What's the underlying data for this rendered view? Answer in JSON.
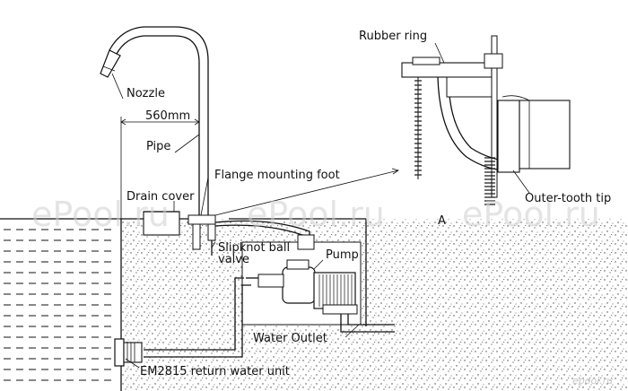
{
  "labels": {
    "nozzle": "Nozzle",
    "dimension": "560mm",
    "pipe": "Pipe",
    "flange_mounting_foot": "Flange mounting foot",
    "drain_cover": "Drain cover",
    "slipknot_line1": "Slipknot ball",
    "slipknot_line2": "valve",
    "pump": "Pump",
    "water_outlet": "Water Outlet",
    "return_unit": "EM2815 return water unit",
    "rubber_ring": "Rubber ring",
    "outer_tooth_tip": "Outer-tooth tip",
    "detail_letter": "A"
  },
  "watermarks": {
    "w1": "ePool.ru",
    "w2": "ePool.ru",
    "w3": "ePool.ru",
    "corner": "epool.ru"
  }
}
